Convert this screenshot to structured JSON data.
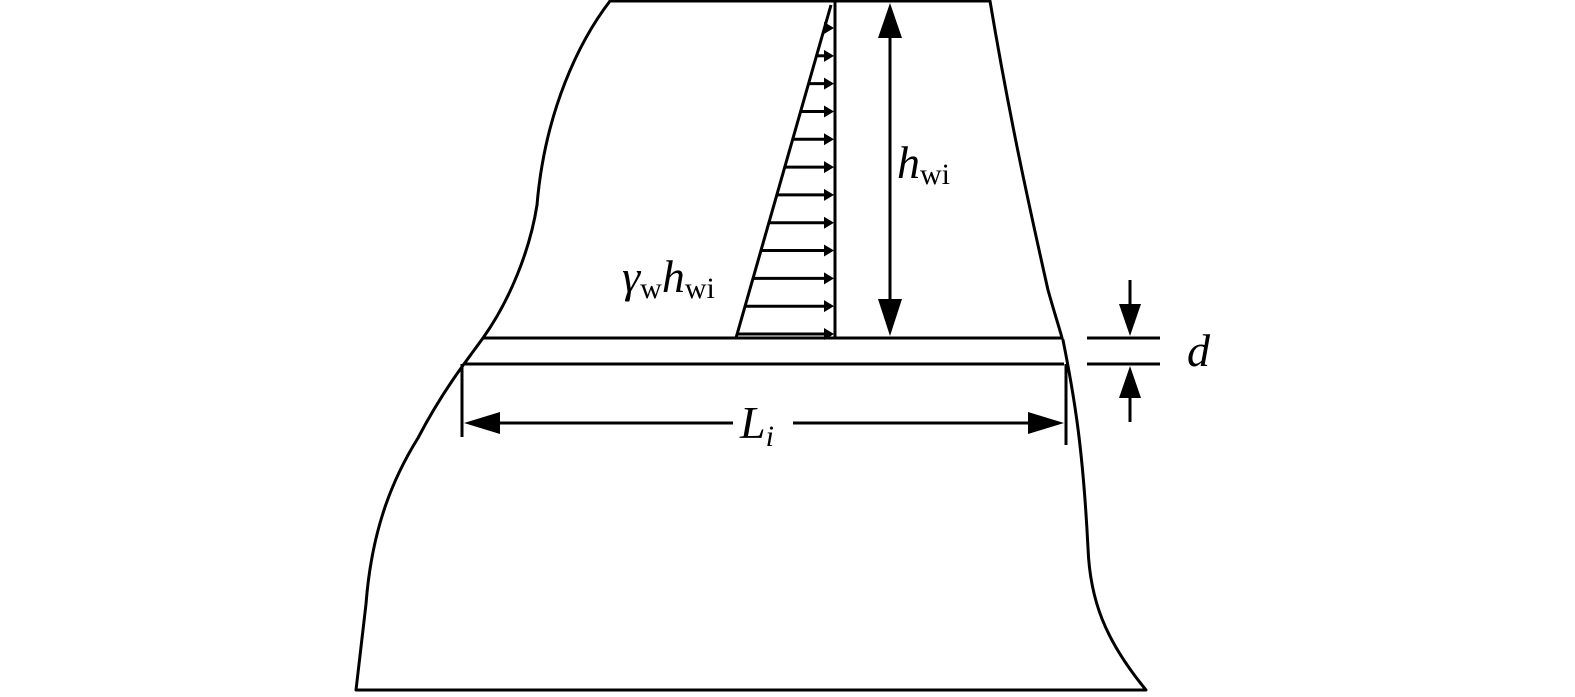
{
  "labels": {
    "water_height": {
      "symbol": "h",
      "subscript": "wi"
    },
    "pressure": {
      "gamma": "γ",
      "gamma_sub": "w",
      "h": "h",
      "h_sub": "wi"
    },
    "crack_width": {
      "symbol": "d"
    },
    "crack_length": {
      "symbol": "L",
      "subscript": "i"
    }
  },
  "pressure_arrow_count": 12
}
